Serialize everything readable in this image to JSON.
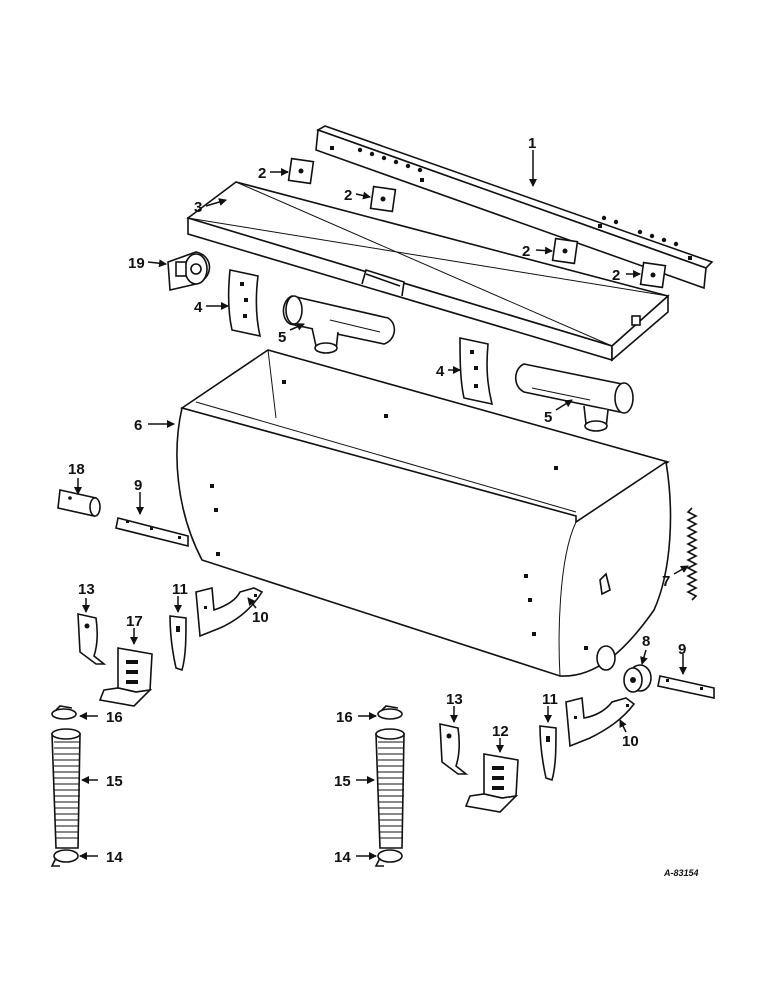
{
  "labels": {
    "l1": "1",
    "l2a": "2",
    "l2b": "2",
    "l2c": "2",
    "l2d": "2",
    "l3": "3",
    "l4a": "4",
    "l4b": "4",
    "l5a": "5",
    "l5b": "5",
    "l6": "6",
    "l7": "7",
    "l8": "8",
    "l9a": "9",
    "l9b": "9",
    "l10a": "10",
    "l10b": "10",
    "l11a": "11",
    "l11b": "11",
    "l12": "12",
    "l13a": "13",
    "l13b": "13",
    "l14a": "14",
    "l14b": "14",
    "l15a": "15",
    "l15b": "15",
    "l16a": "16",
    "l16b": "16",
    "l17": "17",
    "l18": "18",
    "l19": "19"
  },
  "reference_code": "A-83154"
}
